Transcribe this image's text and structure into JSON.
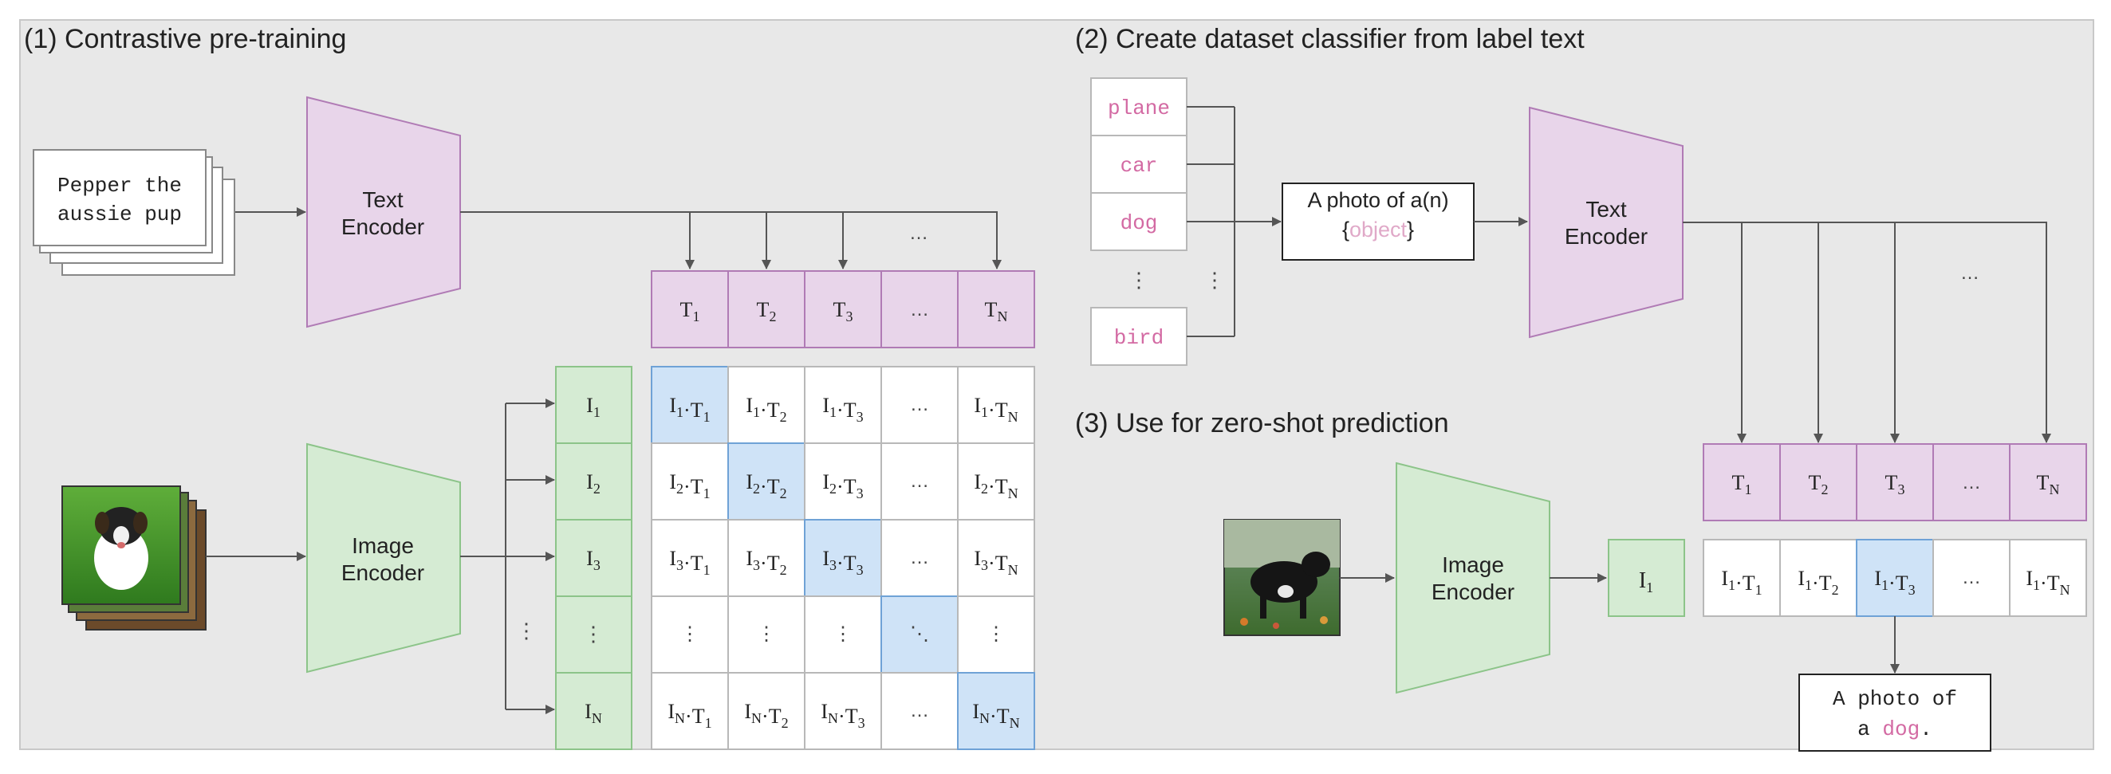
{
  "sections": {
    "s1_title": "(1) Contrastive pre-training",
    "s2_title": "(2) Create dataset classifier from label text",
    "s3_title": "(3) Use for zero-shot prediction"
  },
  "encoders": {
    "text_l1": "Text",
    "text_l2": "Encoder",
    "image_l1": "Image",
    "image_l2": "Encoder"
  },
  "text_input": {
    "line1": "Pepper the",
    "line2": "aussie pup"
  },
  "labels": [
    "plane",
    "car",
    "dog",
    "bird"
  ],
  "vdots": "⋮",
  "ddots": "⋱",
  "ellipsis": "…",
  "prompt": {
    "line1": "A photo of a(n)",
    "open": "{",
    "placeholder": "object",
    "close": "}"
  },
  "output": {
    "line1": "A photo of",
    "line2_prefix": "a ",
    "line2_word": "dog",
    "line2_suffix": "."
  },
  "colors": {
    "background": "#e8e8e8",
    "text_purple_fill": "#e8d5ea",
    "text_purple_stroke": "#b07bb5",
    "image_green_fill": "#d5ebd3",
    "image_green_stroke": "#8cc489",
    "diag_blue_fill": "#cfe3f7",
    "diag_blue_stroke": "#6fa2d6",
    "pink_text": "#d36aa3",
    "arrow": "#555555"
  },
  "icons": {
    "dog_photo_1": "dog-photo-icon",
    "dog_photo_2": "dog-photo-icon"
  }
}
